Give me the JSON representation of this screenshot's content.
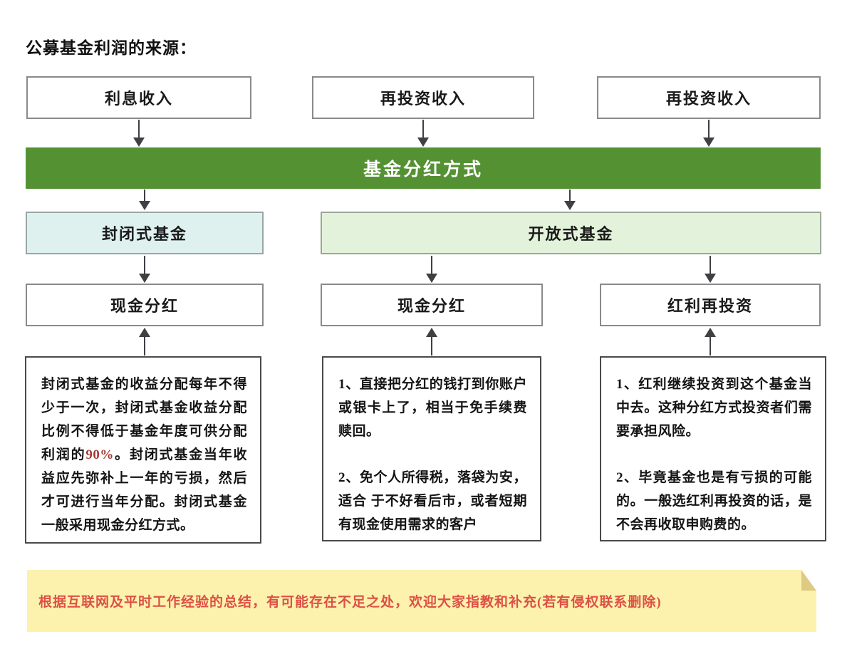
{
  "page": {
    "title": "公募基金利润的来源："
  },
  "top_row": [
    {
      "label": "利息收入"
    },
    {
      "label": "再投资收入"
    },
    {
      "label": "再投资收入"
    }
  ],
  "banner": {
    "label": "基金分红方式"
  },
  "fund_types": [
    {
      "label": "封闭式基金"
    },
    {
      "label": "开放式基金"
    }
  ],
  "methods": [
    {
      "label": "现金分红"
    },
    {
      "label": "现金分红"
    },
    {
      "label": "红利再投资"
    }
  ],
  "descriptions": {
    "closed": {
      "pre": "封闭式基金的收益分配每年不得少于一次，封闭式基金收益分配比例不得低于基金年度可供分配利润的",
      "highlight": "90%",
      "post": "。封闭式基金当年收益应先弥补上一年的亏损，然后才可进行当年分配。封闭式基金一般采用现金分红方式。"
    },
    "open_cash": {
      "p1": "1、直接把分红的钱打到你账户或银卡上了，相当于免手续费赎回。",
      "p2": "2、免个人所得税，落袋为安，适合 于不好看后市，或者短期有现金使用需求的客户"
    },
    "open_reinvest": {
      "p1": "1、红利继续投资到这个基金当中去。这种分红方式投资者们需要承担风险。",
      "p2": "2、毕竟基金也是有亏损的可能的。一般选红利再投资的话，是不会再收取申购费的。"
    }
  },
  "note": {
    "text": "根据互联网及平时工作经验的总结，有可能存在不足之处，欢迎大家指教和补充(若有侵权联系删除)"
  },
  "colors": {
    "banner_green": "#549133",
    "closed_fund_bg": "#def1ef",
    "open_fund_bg": "#e3f2da",
    "note_bg": "#fcf2ae",
    "note_fold": "#ddcb83",
    "note_text_red": "#dd5145",
    "highlight_red": "#a13b32",
    "box_border_gray": "#8a8a8a",
    "arrow_dark": "#3f3f44"
  }
}
